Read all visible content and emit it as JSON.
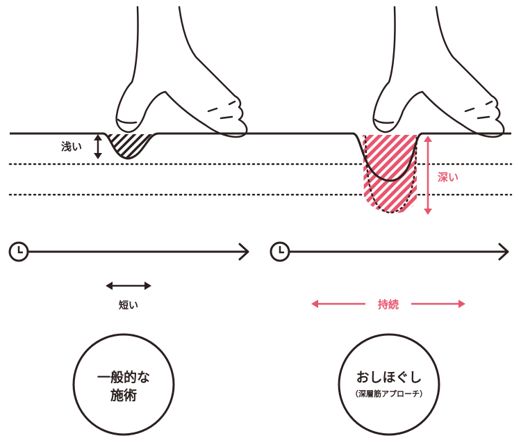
{
  "colors": {
    "ink": "#2a1f1f",
    "accent": "#e8556d",
    "accent_fill": "#f6a9b6",
    "background": "#ffffff"
  },
  "labels": {
    "shallow": "浅い",
    "deep": "深い",
    "short": "短い",
    "sustained": "持続"
  },
  "circles": {
    "general": {
      "line1": "一般的な",
      "line2": "施術"
    },
    "oshihogushi": {
      "line1": "おしほぐし",
      "line2": "（深層筋アプローチ）"
    }
  },
  "icons": [
    "hand-icon",
    "clock-icon",
    "double-arrow-icon"
  ]
}
